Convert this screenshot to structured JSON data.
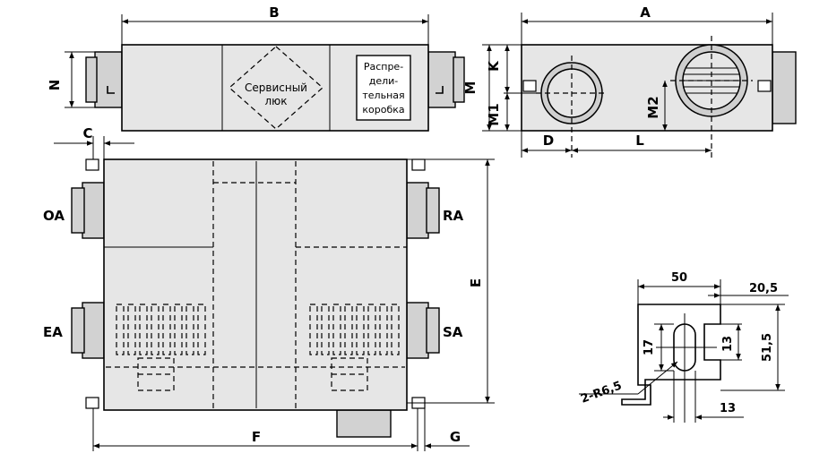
{
  "labels": {
    "A": "A",
    "B": "B",
    "C": "C",
    "D": "D",
    "E": "E",
    "F": "F",
    "G": "G",
    "K": "K",
    "L": "L",
    "M": "M",
    "M1": "M1",
    "M2": "M2",
    "N": "N",
    "OA": "OA",
    "RA": "RA",
    "EA": "EA",
    "SA": "SA"
  },
  "service_hatch": {
    "line1": "Сервисный",
    "line2": "люк"
  },
  "junction_box": {
    "line1": "Распре-",
    "line2": "дели-",
    "line3": "тельная",
    "line4": "коробка"
  },
  "bracket": {
    "dim_width": "50",
    "dim_offset": "20,5",
    "dim_height": "51,5",
    "dim_slot": "17",
    "dim_slot_inner": "13",
    "dim_bottom": "13",
    "dim_radius": "2-R6,5"
  }
}
